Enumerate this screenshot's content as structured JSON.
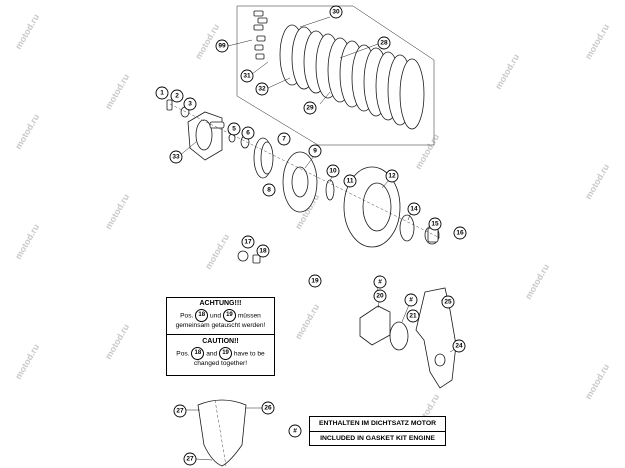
{
  "watermark": "motod.ru",
  "callouts": [
    "30",
    "99",
    "28",
    "31",
    "32",
    "29",
    "1",
    "2",
    "3",
    "5",
    "6",
    "33",
    "7",
    "8",
    "9",
    "10",
    "11",
    "12",
    "14",
    "15",
    "16",
    "17",
    "18",
    "19",
    "#",
    "20",
    "#",
    "21",
    "25",
    "24",
    "26",
    "27",
    "27",
    "#"
  ],
  "notes": {
    "de_title": "ACHTUNG!!!",
    "de_pos": "Pos.",
    "de_n1": "18",
    "de_und": "und",
    "de_n2": "19",
    "de_tail": "müssen",
    "de_line2": "gemeinsam getauscht werden!",
    "en_title": "CAUTION!!",
    "en_pos": "Pos.",
    "en_n1": "18",
    "en_and": "and",
    "en_n2": "19",
    "en_tail": "have to be",
    "en_line2": "changed together!"
  },
  "kit_legend": {
    "symbol": "#",
    "de": "ENTHALTEN IM DICHTSATZ MOTOR",
    "en": "INCLUDED IN GASKET KIT ENGINE"
  },
  "colors": {
    "line": "#000000",
    "watermark": "#c9c9c9"
  }
}
